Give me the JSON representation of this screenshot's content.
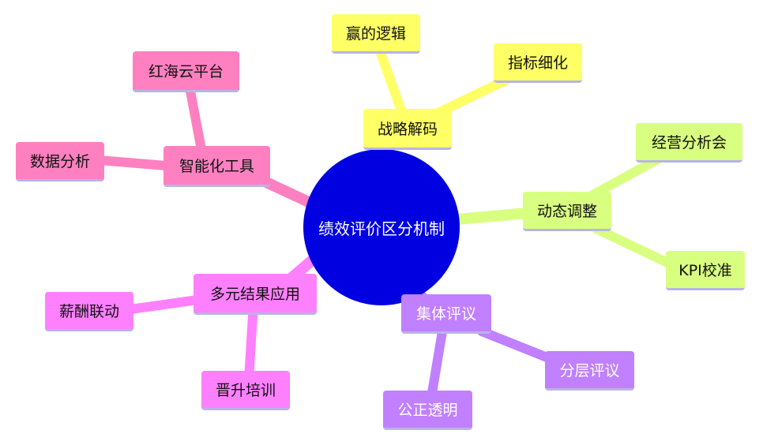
{
  "colors": {
    "center": "#0000e0",
    "strategy": "#ffff66",
    "dynamic": "#d9ff80",
    "review": "#c080ff",
    "apply": "#ff80ff",
    "tools": "#ff80c0"
  },
  "center": {
    "label": "绩效评价区分机制"
  },
  "branches": [
    {
      "key": "strategy",
      "label": "战略解码",
      "children": [
        "赢的逻辑",
        "指标细化"
      ]
    },
    {
      "key": "dynamic",
      "label": "动态调整",
      "children": [
        "经营分析会",
        "KPI校准"
      ]
    },
    {
      "key": "review",
      "label": "集体评议",
      "children": [
        "分层评议",
        "公正透明"
      ]
    },
    {
      "key": "apply",
      "label": "多元结果应用",
      "children": [
        "薪酬联动",
        "晋升培训"
      ]
    },
    {
      "key": "tools",
      "label": "智能化工具",
      "children": [
        "数据分析",
        "红海云平台"
      ]
    }
  ]
}
